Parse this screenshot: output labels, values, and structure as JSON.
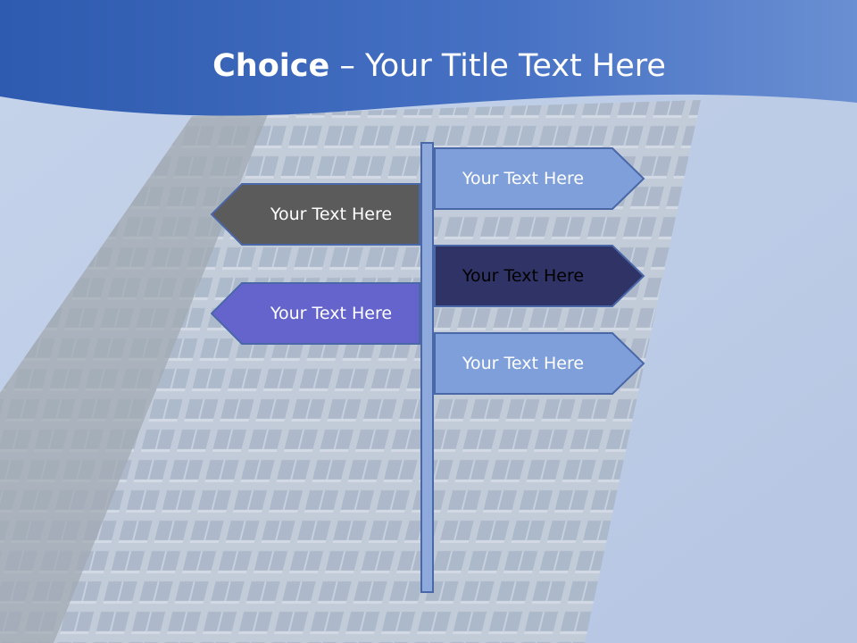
{
  "slide": {
    "title_bold": "Choice",
    "title_separator": " – ",
    "title_rest": "Your Title Text Here"
  },
  "signs": [
    {
      "label": "Your Text Here",
      "direction": "right",
      "fill": "#7f9fdb",
      "text_color": "#ffffff"
    },
    {
      "label": "Your Text Here",
      "direction": "left",
      "fill": "#5b5b5b",
      "text_color": "#ffffff"
    },
    {
      "label": "Your Text Here",
      "direction": "right",
      "fill": "#2f3366",
      "text_color": "#000000"
    },
    {
      "label": "Your Text Here",
      "direction": "left",
      "fill": "#6464cc",
      "text_color": "#ffffff"
    },
    {
      "label": "Your Text Here",
      "direction": "right",
      "fill": "#7f9fdb",
      "text_color": "#ffffff"
    }
  ],
  "colors": {
    "banner": "#3f6bbf",
    "sky": "#bccbe4",
    "post_fill": "#8eaadc",
    "outline": "#4a67a8"
  }
}
